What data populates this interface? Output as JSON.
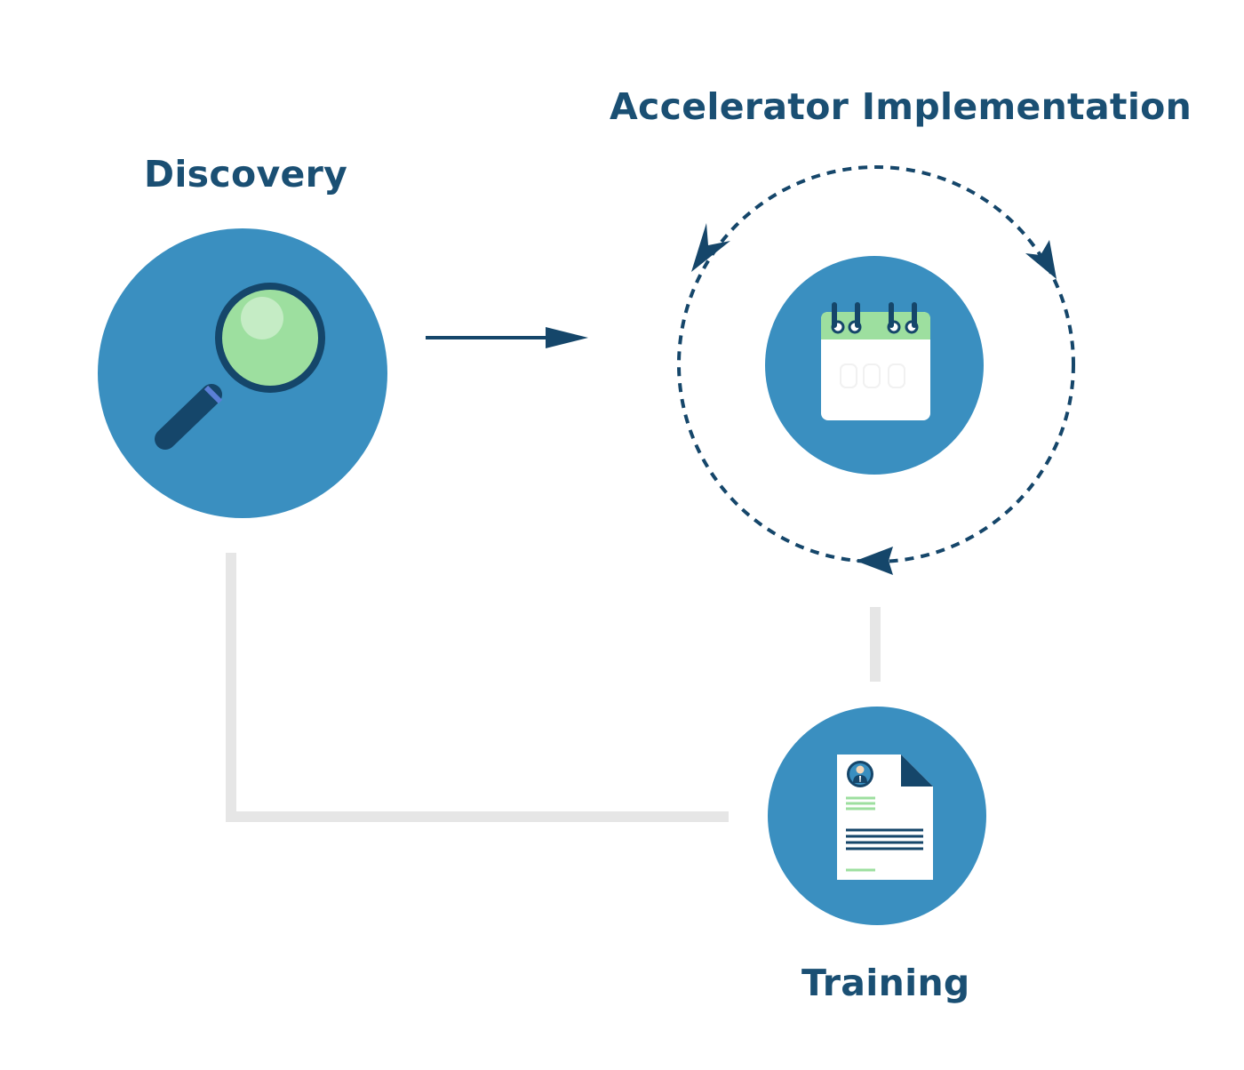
{
  "stages": [
    {
      "id": "discovery",
      "label": "Discovery",
      "icon": "magnifying-glass-icon"
    },
    {
      "id": "accelerator",
      "label": "Accelerator Implementation",
      "icon": "calendar-icon"
    },
    {
      "id": "training",
      "label": "Training",
      "icon": "resume-document-icon"
    }
  ],
  "colors": {
    "title": "#1a4f73",
    "circle": "#3a8fc0",
    "accent_green": "#9ddf9f",
    "dark_navy": "#15466a",
    "connector_gray": "#e6e6e6",
    "paper": "#ffffff"
  }
}
